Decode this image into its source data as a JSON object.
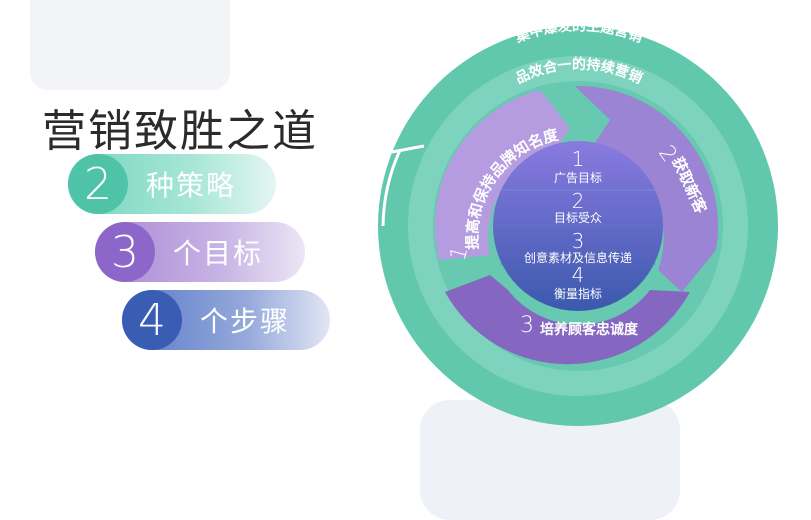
{
  "title": "营销致胜之道",
  "pills": [
    {
      "num": "2",
      "label": "种策略"
    },
    {
      "num": "3",
      "label": "个目标"
    },
    {
      "num": "4",
      "label": "个步骤"
    }
  ],
  "outer_ring": {
    "line1": "集中爆发的主题营销",
    "line2": "品效合一的持续营销"
  },
  "segments": [
    {
      "num": "1",
      "label": "提高和保持品牌知名度"
    },
    {
      "num": "2",
      "label": "获取新客"
    },
    {
      "num": "3",
      "label": "培养顾客忠诚度"
    }
  ],
  "core_steps": [
    {
      "num": "1",
      "label": "广告目标"
    },
    {
      "num": "2",
      "label": "目标受众"
    },
    {
      "num": "3",
      "label": "创意素材及信息传递"
    },
    {
      "num": "4",
      "label": "衡量指标"
    }
  ],
  "colors": {
    "teal": "#5fc8ad",
    "teal_light": "#85d6c1",
    "purple": "#9b7fd0",
    "blue": "#3f62b5"
  }
}
